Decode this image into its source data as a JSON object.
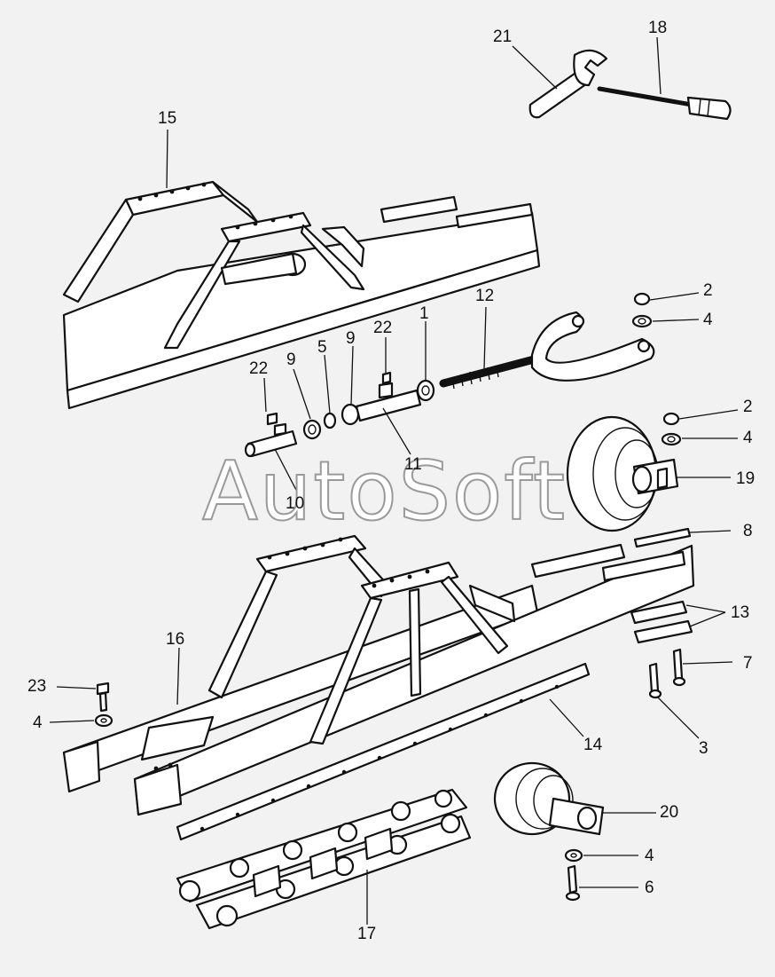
{
  "watermark": "AutoSoft",
  "callouts": [
    {
      "id": "c21",
      "text": "21"
    },
    {
      "id": "c18",
      "text": "18"
    },
    {
      "id": "c15",
      "text": "15"
    },
    {
      "id": "c2a",
      "text": "2"
    },
    {
      "id": "c4a",
      "text": "4"
    },
    {
      "id": "c12",
      "text": "12"
    },
    {
      "id": "c1",
      "text": "1"
    },
    {
      "id": "c22a",
      "text": "22"
    },
    {
      "id": "c9a",
      "text": "9"
    },
    {
      "id": "c5",
      "text": "5"
    },
    {
      "id": "c22b",
      "text": "22"
    },
    {
      "id": "c9b",
      "text": "9"
    },
    {
      "id": "c11",
      "text": "11"
    },
    {
      "id": "c10",
      "text": "10"
    },
    {
      "id": "c2b",
      "text": "2"
    },
    {
      "id": "c4b",
      "text": "4"
    },
    {
      "id": "c19",
      "text": "19"
    },
    {
      "id": "c8",
      "text": "8"
    },
    {
      "id": "c13",
      "text": "13"
    },
    {
      "id": "c7",
      "text": "7"
    },
    {
      "id": "c3",
      "text": "3"
    },
    {
      "id": "c16",
      "text": "16"
    },
    {
      "id": "c23",
      "text": "23"
    },
    {
      "id": "c4c",
      "text": "4"
    },
    {
      "id": "c14",
      "text": "14"
    },
    {
      "id": "c20",
      "text": "20"
    },
    {
      "id": "c4d",
      "text": "4"
    },
    {
      "id": "c6",
      "text": "6"
    },
    {
      "id": "c17",
      "text": "17"
    }
  ]
}
